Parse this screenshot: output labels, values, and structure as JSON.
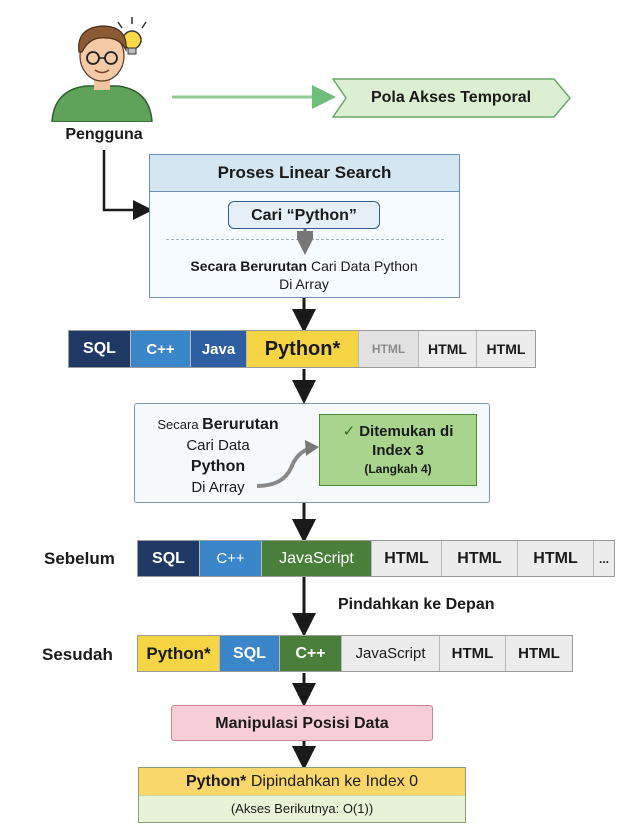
{
  "user": {
    "label": "Pengguna"
  },
  "temporal": {
    "label": "Pola Akses Temporal"
  },
  "linear_search": {
    "title": "Proses Linear Search",
    "query": "Cari “Python”",
    "desc_bold": "Secara Berurutan",
    "desc_rest_line1": " Cari Data Python",
    "desc_line2": "Di Array"
  },
  "array_initial": [
    "SQL",
    "C++",
    "Java",
    "Python*",
    "HTML",
    "HTML",
    "HTML"
  ],
  "found_box": {
    "line1_small": "Secara ",
    "line1_big": "Berurutan",
    "line2": "Cari Data",
    "line3": "Python",
    "line4": "Di Array",
    "result_check": "✓",
    "result_line1": "Ditemukan di",
    "result_line2": "Index 3",
    "result_line3": "(Langkah 4)"
  },
  "before": {
    "label": "Sebelum",
    "cells": [
      "SQL",
      "C++",
      "JavaScript",
      "HTML",
      "HTML",
      "HTML",
      "..."
    ]
  },
  "move_label": "Pindahkan ke Depan",
  "after": {
    "label": "Sesudah",
    "cells": [
      "Python*",
      "SQL",
      "C++",
      "JavaScript",
      "HTML",
      "HTML"
    ]
  },
  "manip": {
    "label": "Manipulasi Posisi Data"
  },
  "result": {
    "title_bold": "Python*",
    "title_rest": " Dipindahkan ke Index 0",
    "subtitle": "(Akses Berikutnya: O(1))"
  },
  "colors": {
    "sql": "#203864",
    "cpp": "#3a86c8",
    "java": "#2e5fa3",
    "python": "#f6d545",
    "javascript": "#4a7f3b",
    "html": "#ececec",
    "temporal_arrow": "#7fc486",
    "temporal_box": "#dcefd2",
    "manip_box": "#f7cdd8",
    "found_box": "#a9d48d"
  }
}
